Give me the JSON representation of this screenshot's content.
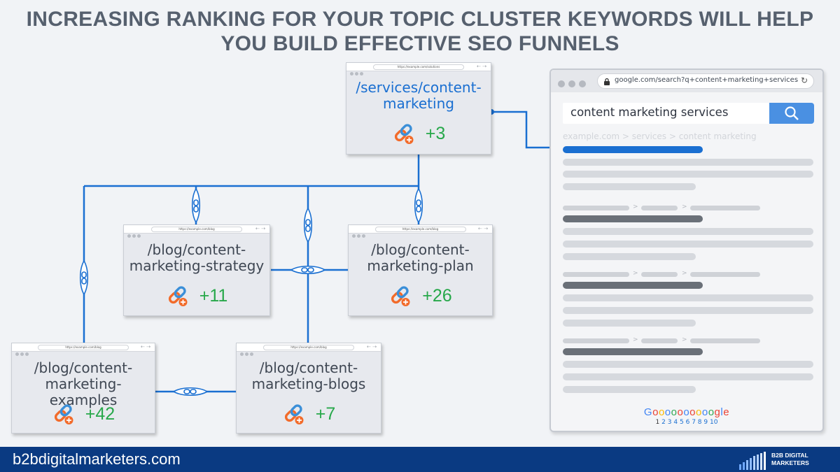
{
  "headline": {
    "line1": "INCREASING RANKING FOR YOUR TOPIC CLUSTER KEYWORDS WILL HELP",
    "line2": "YOU BUILD EFFECTIVE SEO FUNNELS"
  },
  "pages": {
    "services": {
      "url": "https://example.com/solutions",
      "path_line1": "/services/content-",
      "path_line2": "marketing",
      "backlinks": "+3"
    },
    "strategy": {
      "url": "https://example.com/blog",
      "path_line1": "/blog/content-",
      "path_line2": "marketing-strategy",
      "backlinks": "+11"
    },
    "plan": {
      "url": "https://example.com/blog",
      "path_line1": "/blog/content-",
      "path_line2": "marketing-plan",
      "backlinks": "+26"
    },
    "examples": {
      "url": "https://example.com/blog",
      "path_line1": "/blog/content-",
      "path_line2": "marketing-examples",
      "backlinks": "+42"
    },
    "blogs": {
      "url": "https://example.com/blog",
      "path_line1": "/blog/content-",
      "path_line2": "marketing-blogs",
      "backlinks": "+7"
    }
  },
  "serp": {
    "url": "google.com/search?q+content+marketing+services",
    "query": "content marketing services",
    "breadcrumb": "example.com > services   > content marketing",
    "logo": "Goooooooooogle",
    "page_numbers": [
      "1",
      "2",
      "3",
      "4",
      "5",
      "6",
      "7",
      "8",
      "9",
      "10"
    ]
  },
  "colors": {
    "connector": "#1a6fd1",
    "metric": "#27a84a",
    "footer": "#0a3a82",
    "link_icon_blue": "#3b8fd8",
    "link_icon_orange": "#f26b2a"
  },
  "icons": {
    "backlink": "chain-link-plus-icon",
    "connector_node": "chain-link-icon"
  },
  "footer": {
    "domain": "b2bdigitalmarketers.com",
    "brand_line1": "B2B DIGITAL",
    "brand_line2": "MARKETERS"
  }
}
